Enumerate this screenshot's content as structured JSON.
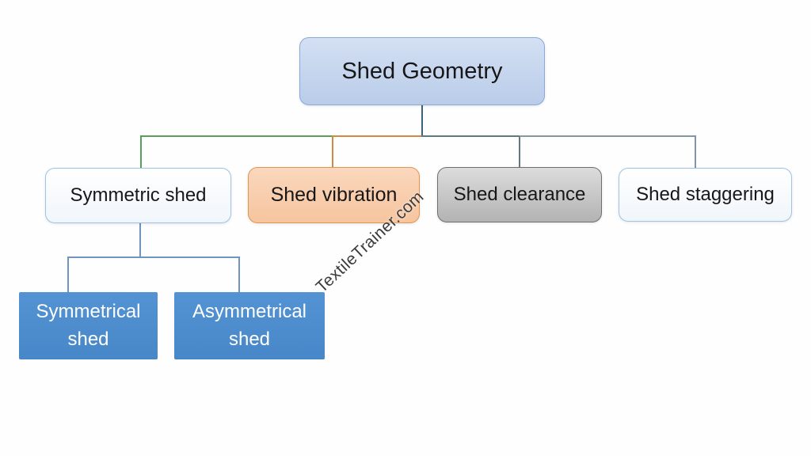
{
  "diagram": {
    "type": "hierarchy",
    "watermark": "TextileTrainer.com",
    "root": {
      "label": "Shed Geometry",
      "fill": "#c6d5ee",
      "border": "#8ba9d7"
    },
    "level2": [
      {
        "label": "Symmetric shed",
        "style": "light-blue",
        "fill": "#f8fbfe",
        "border": "#9dc3e6",
        "connector_color": "#57a05c"
      },
      {
        "label": "Shed vibration",
        "style": "orange",
        "fill": "#f8cfae",
        "border": "#e19550",
        "connector_color": "#d28a42"
      },
      {
        "label": "Shed clearance",
        "style": "gray",
        "fill": "#c9c9c9",
        "border": "#6e6e6e",
        "connector_color": "#5d7a80"
      },
      {
        "label": "Shed staggering",
        "style": "light-blue",
        "fill": "#fbfdff",
        "border": "#9dc3e6",
        "connector_color": "#8096ab"
      }
    ],
    "level3_parent": "Symmetric shed",
    "level3": [
      {
        "label": "Symmetrical shed",
        "style": "blue",
        "fill": "#4d8ecf"
      },
      {
        "label": "Asymmetrical shed",
        "style": "blue",
        "fill": "#4d8ecf"
      }
    ],
    "colors": {
      "root_connector": "#3d637b",
      "subtree_connector": "#6f94be",
      "text_dark": "#171717",
      "text_light": "#ffffff",
      "watermark_text": "#3b3b3b"
    }
  }
}
